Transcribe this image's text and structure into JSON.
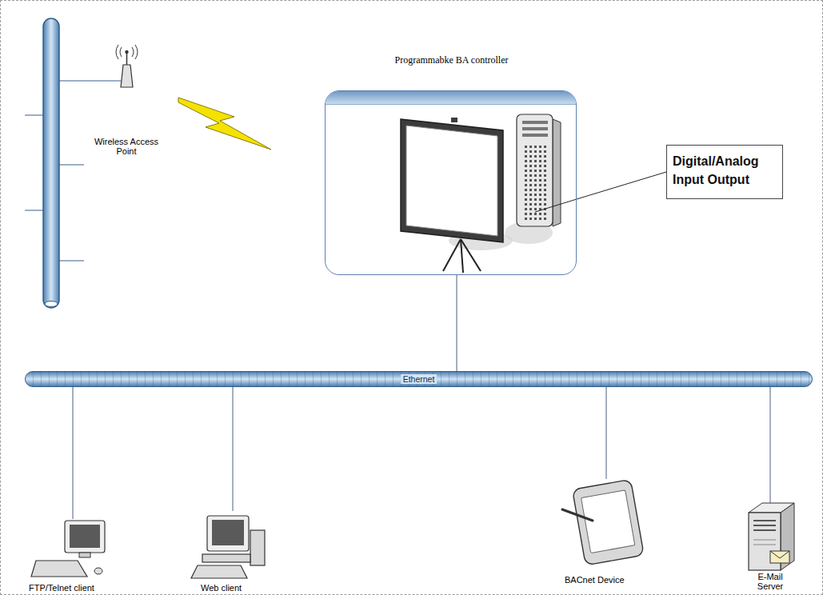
{
  "diagram": {
    "nodes": [
      {
        "text": [
          "Wireless Access Point"
        ]
      },
      {
        "text": [
          "Programmabke BA controller"
        ]
      },
      {
        "text": [
          "Digital/Analog Input Output"
        ]
      },
      {
        "text": [
          "Ethernet"
        ]
      },
      {
        "text": [
          "FTP/Telnet client"
        ]
      },
      {
        "text": [
          "Web client"
        ]
      },
      {
        "text": [
          "BACnet Device"
        ]
      },
      {
        "text": [
          "E-Mail Server"
        ]
      }
    ],
    "edges": [
      {
        "from": 2,
        "to": 1,
        "arrow": "none"
      },
      {
        "from": 1,
        "to": 3,
        "arrow": "none"
      },
      {
        "from": 3,
        "to": 4,
        "arrow": "none"
      },
      {
        "from": 3,
        "to": 5,
        "arrow": "none"
      },
      {
        "from": 3,
        "to": 6,
        "arrow": "none"
      },
      {
        "from": 3,
        "to": 7,
        "arrow": "none"
      }
    ]
  }
}
